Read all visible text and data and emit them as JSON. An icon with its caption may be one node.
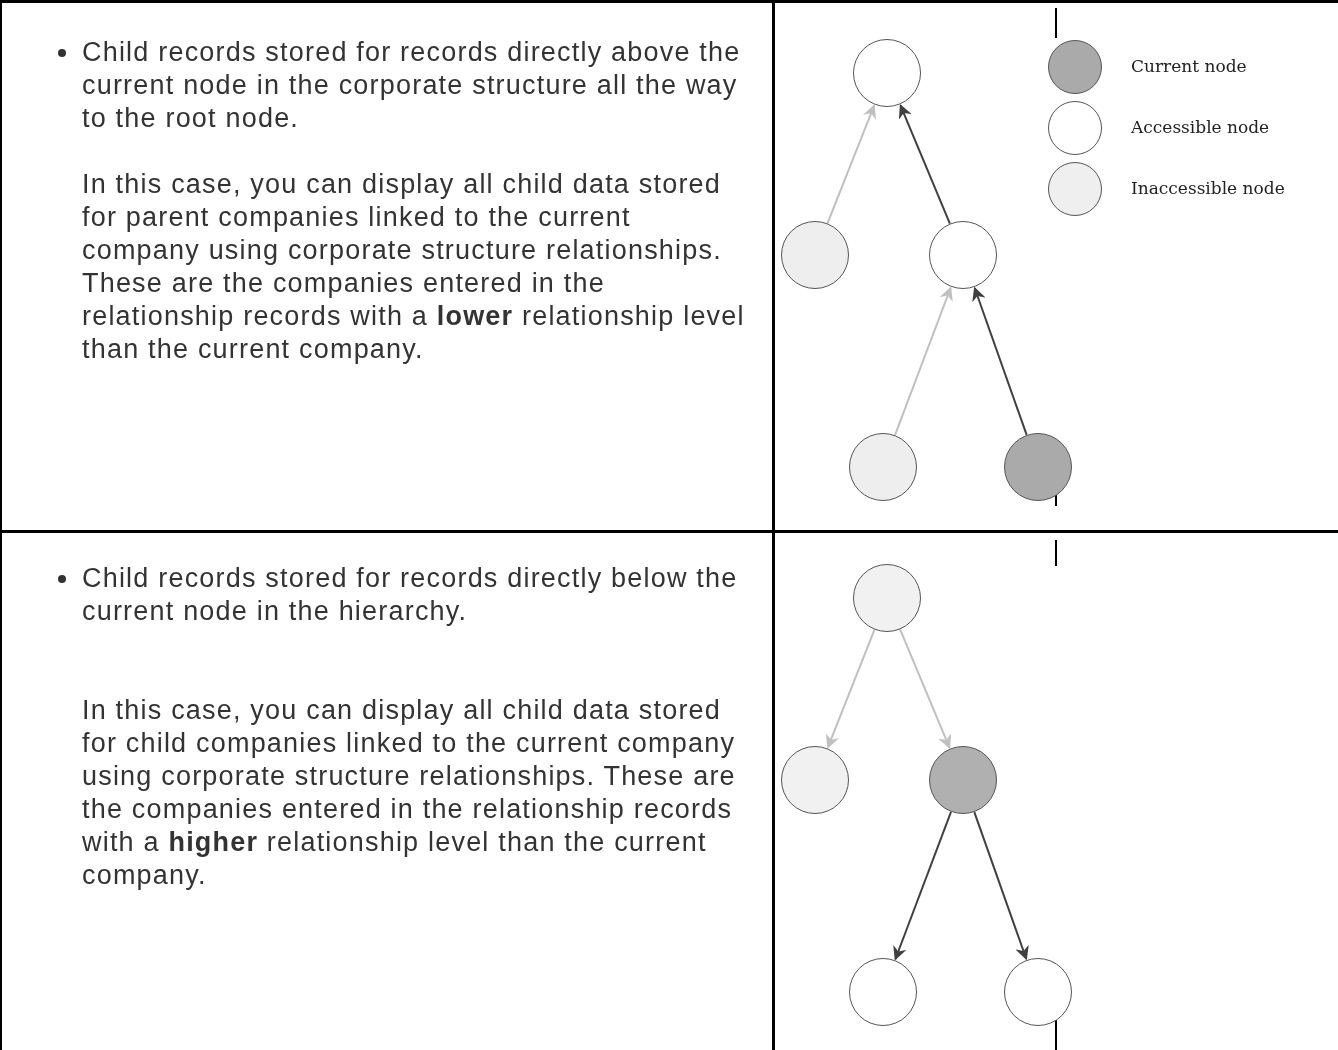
{
  "diagram": {
    "nodes": [
      {
        "text": [],
        "shape": "circle"
      },
      {
        "text": [],
        "shape": "circle"
      },
      {
        "text": [],
        "shape": "circle"
      },
      {
        "text": [],
        "shape": "circle"
      },
      {
        "text": [],
        "shape": "circle"
      },
      {
        "text": [],
        "shape": "circle"
      },
      {
        "text": [],
        "shape": "circle"
      },
      {
        "text": [],
        "shape": "circle"
      },
      {
        "text": [],
        "shape": "circle"
      },
      {
        "text": [],
        "shape": "circle"
      }
    ],
    "edges": [
      {
        "from": 1,
        "to": 0,
        "arrow": "to",
        "color": "#c0c0c0"
      },
      {
        "from": 2,
        "to": 0,
        "arrow": "to",
        "color": "#404040"
      },
      {
        "from": 3,
        "to": 2,
        "arrow": "to",
        "color": "#c0c0c0"
      },
      {
        "from": 4,
        "to": 2,
        "arrow": "to",
        "color": "#404040"
      },
      {
        "from": 5,
        "to": 6,
        "arrow": "to",
        "color": "#c0c0c0"
      },
      {
        "from": 5,
        "to": 7,
        "arrow": "to",
        "color": "#c0c0c0"
      },
      {
        "from": 7,
        "to": 8,
        "arrow": "to",
        "color": "#404040"
      },
      {
        "from": 7,
        "to": 9,
        "arrow": "to",
        "color": "#404040"
      }
    ],
    "labels": [
      "Child records stored for records directly above the current node in the corporate structure all the way to the root node.",
      "In this case, you can display all child data stored for parent companies linked to the current company using corporate structure relationships. These are the companies entered in the relationship records with a **lower** relationship level than the current company.",
      "Child records stored for records directly below the current node in the hierarchy.",
      "In this case, you can display all child data stored for child companies linked to the current company using corporate structure relationships. These are the companies entered in the relationship records with a **higher** relationship level than the current company."
    ],
    "legend": [
      {
        "text": "Current node",
        "color": "#aaaaaa"
      },
      {
        "text": "Accessible node",
        "color": "#ffffff"
      },
      {
        "text": "Inaccessible node",
        "color": "#efefef"
      }
    ]
  }
}
